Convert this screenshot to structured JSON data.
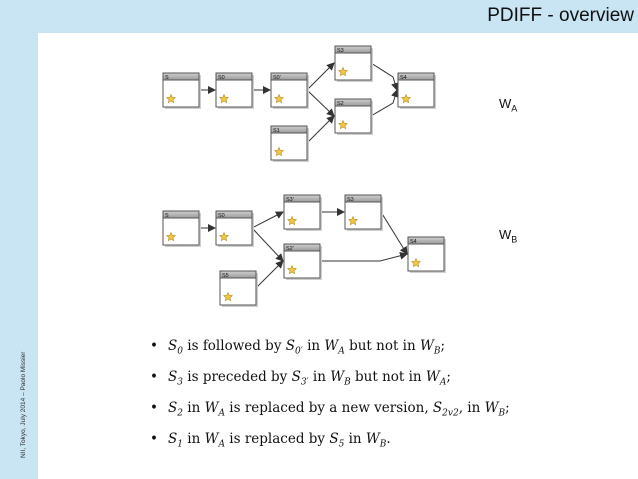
{
  "header": {
    "title": "PDIFF - overview"
  },
  "sidebar": {
    "footer_text": "NII, Tokyo, July 2014 – Paolo Missier"
  },
  "diagram_a": {
    "label_main": "W",
    "label_sub": "A",
    "nodes": [
      "S",
      "S0",
      "S0'",
      "S3",
      "S4",
      "S2",
      "S1"
    ]
  },
  "diagram_b": {
    "label_main": "W",
    "label_sub": "B",
    "nodes": [
      "S",
      "S0",
      "S3'",
      "S3",
      "S4",
      "S2'",
      "S5"
    ]
  },
  "bullets": [
    {
      "v1": "S",
      "s1": "0",
      "t1": " is followed by ",
      "v2": "S",
      "s2": "0′",
      "t2": " in ",
      "v3": "W",
      "s3": "A",
      "t3": " but not in ",
      "v4": "W",
      "s4": "B",
      "t4": ";"
    },
    {
      "v1": "S",
      "s1": "3",
      "t1": " is preceded by ",
      "v2": "S",
      "s2": "3′",
      "t2": " in ",
      "v3": "W",
      "s3": "B",
      "t3": " but not in ",
      "v4": "W",
      "s4": "A",
      "t4": ";"
    },
    {
      "v1": "S",
      "s1": "2",
      "t1": " in ",
      "v2": "W",
      "s2": "A",
      "t2": " is replaced by a new version, ",
      "v3": "S",
      "s3": "2v2",
      "t3": ", in ",
      "v4": "W",
      "s4": "B",
      "t4": ";"
    },
    {
      "v1": "S",
      "s1": "1",
      "t1": " in ",
      "v2": "W",
      "s2": "A",
      "t2": " is replaced by ",
      "v3": "S",
      "s3": "5",
      "t3": " in ",
      "v4": "W",
      "s4": "B",
      "t4": "."
    }
  ]
}
